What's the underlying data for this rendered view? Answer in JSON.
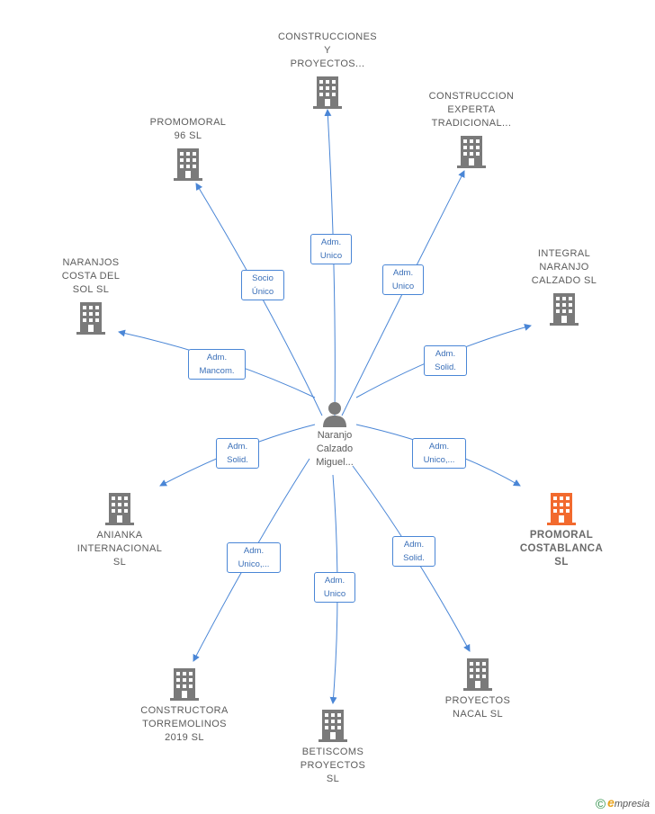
{
  "center": {
    "label": "Naranjo\nCalzado\nMiguel..."
  },
  "nodes": [
    {
      "id": "construcciones-y-proyectos",
      "label": "CONSTRUCCIONES\nY\nPROYECTOS..."
    },
    {
      "id": "construccion-experta-tradicional",
      "label": "CONSTRUCCION\nEXPERTA\nTRADICIONAL..."
    },
    {
      "id": "promomoral-96",
      "label": "PROMOMORAL\n96 SL"
    },
    {
      "id": "naranjos-costa-del-sol",
      "label": "NARANJOS\nCOSTA DEL\nSOL  SL"
    },
    {
      "id": "integral-naranjo-calzado",
      "label": "INTEGRAL\nNARANJO\nCALZADO  SL"
    },
    {
      "id": "promoral-costablanca",
      "label": "PROMORAL\nCOSTABLANCA\nSL",
      "highlight": true
    },
    {
      "id": "anianka-internacional",
      "label": "ANIANKA\nINTERNACIONAL\nSL"
    },
    {
      "id": "constructora-torremolinos",
      "label": "CONSTRUCTORA\nTORREMOLINOS\n2019  SL"
    },
    {
      "id": "betiscoms-proyectos",
      "label": "BETISCOMS\nPROYECTOS\nSL"
    },
    {
      "id": "proyectos-nacal",
      "label": "PROYECTOS\nNACAL  SL"
    }
  ],
  "edges": [
    {
      "to": "construcciones-y-proyectos",
      "label": "Adm.\nUnico"
    },
    {
      "to": "construccion-experta-tradicional",
      "label": "Adm.\nUnico"
    },
    {
      "to": "promomoral-96",
      "label": "Socio\nÚnico"
    },
    {
      "to": "naranjos-costa-del-sol",
      "label": "Adm.\nMancom."
    },
    {
      "to": "integral-naranjo-calzado",
      "label": "Adm.\nSolid."
    },
    {
      "to": "promoral-costablanca",
      "label": "Adm.\nUnico,..."
    },
    {
      "to": "anianka-internacional",
      "label": "Adm.\nSolid."
    },
    {
      "to": "constructora-torremolinos",
      "label": "Adm.\nUnico,..."
    },
    {
      "to": "betiscoms-proyectos",
      "label": "Adm.\nUnico"
    },
    {
      "to": "proyectos-nacal",
      "label": "Adm.\nSolid."
    }
  ],
  "colors": {
    "edge": "#4a86d6",
    "building": "#7a7a7a",
    "building_highlight": "#f26a2e",
    "person": "#7a7a7a"
  },
  "footer": {
    "copyright": "©",
    "brand_initial": "e",
    "brand_rest": "mpresia"
  }
}
